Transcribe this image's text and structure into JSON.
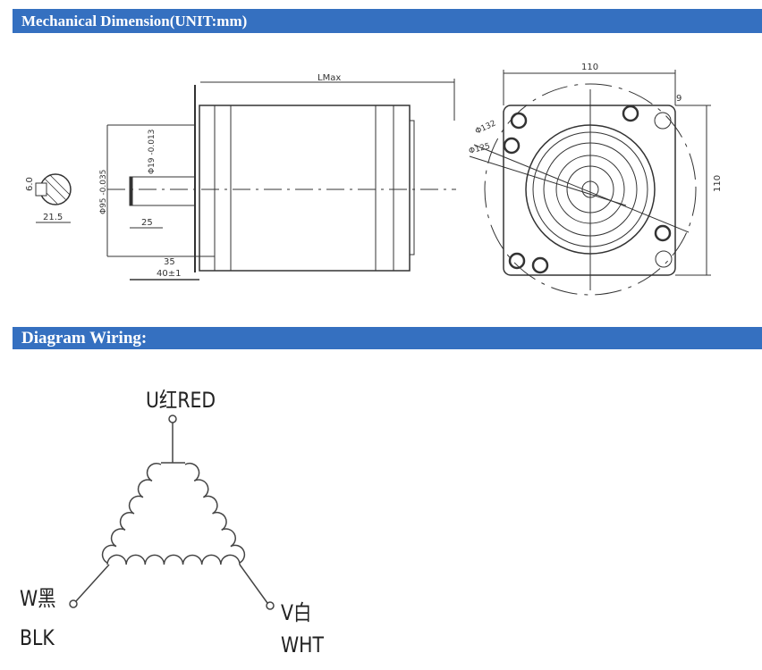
{
  "sections": {
    "mechanical_title": "Mechanical Dimension(UNIT:mm)",
    "wiring_title": "Diagram Wiring:"
  },
  "side_view": {
    "length": "LMax",
    "shaft_dia": "Φ19 -0.013",
    "pilot_dia": "Φ95 -0.035",
    "key_len": "25",
    "flange_to_shaft": "35",
    "shaft_len": "40±1",
    "key_width": "6.0",
    "key_depth": "21.5"
  },
  "front_view": {
    "width": "110",
    "height": "110",
    "hole": "9",
    "bolt_circle": "Φ132",
    "pilot_circle": "Φ125"
  },
  "wiring": {
    "u": "U红RED",
    "w": "W黑",
    "w_en": "BLK",
    "v": "V白",
    "v_en": "WHT"
  }
}
